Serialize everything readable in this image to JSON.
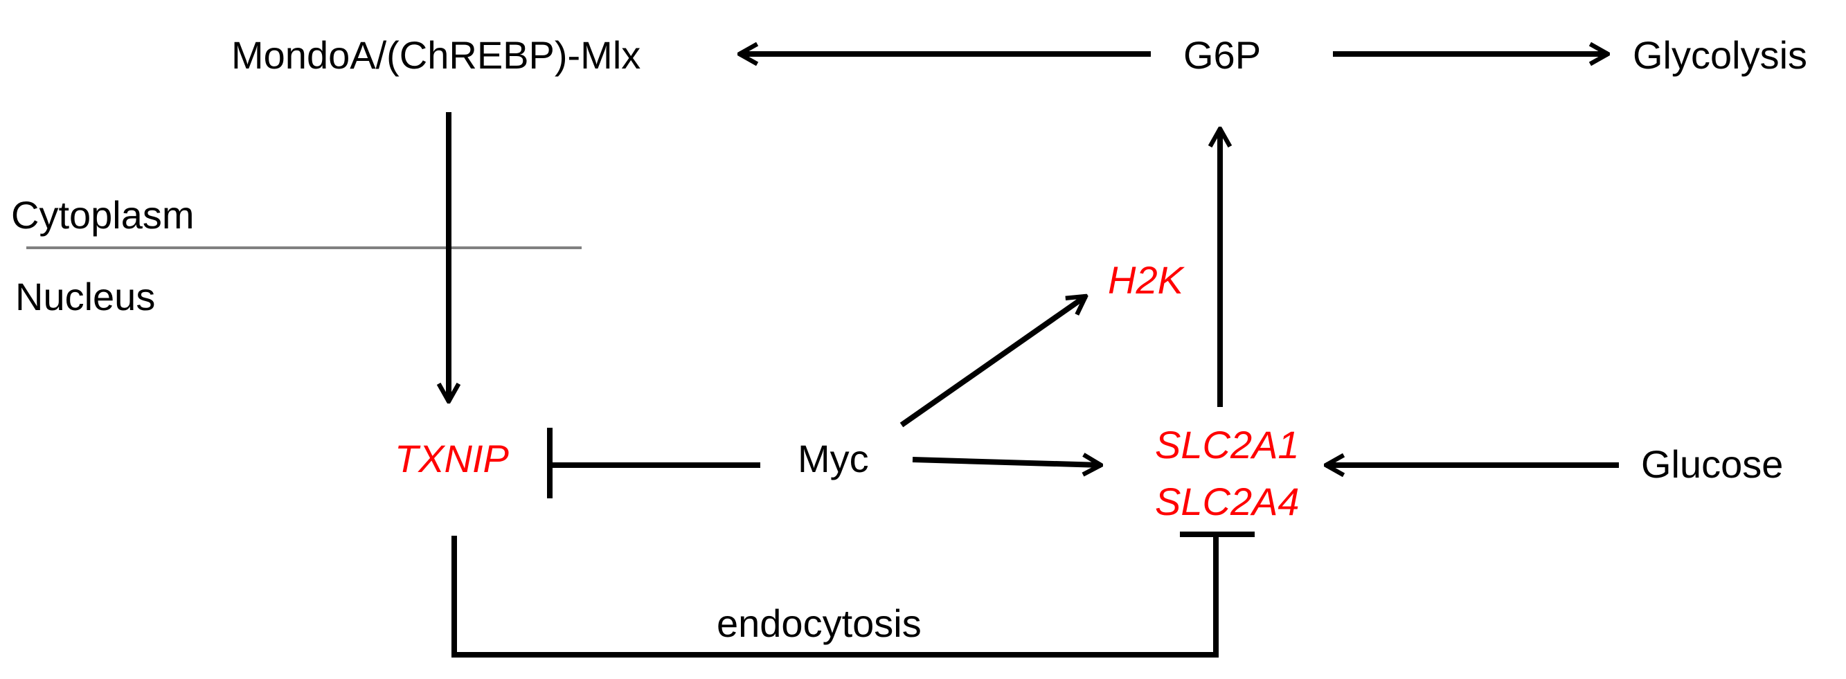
{
  "diagram": {
    "nodes": {
      "mondoa": {
        "label": "MondoA/(ChREBP)-Mlx"
      },
      "g6p": {
        "label": "G6P"
      },
      "glycolysis": {
        "label": "Glycolysis"
      },
      "txnip": {
        "label": "TXNIP"
      },
      "myc": {
        "label": "Myc"
      },
      "h2k": {
        "label": "H2K"
      },
      "slc2a1": {
        "label": "SLC2A1"
      },
      "slc2a4": {
        "label": "SLC2A4"
      },
      "glucose": {
        "label": "Glucose"
      }
    },
    "regions": {
      "cytoplasm": "Cytoplasm",
      "nucleus": "Nucleus"
    },
    "edges": {
      "endocytosis_label": "endocytosis"
    },
    "colors": {
      "text": "#000000",
      "gene": "#ff0000",
      "line": "#000000",
      "divider": "#808080"
    }
  }
}
